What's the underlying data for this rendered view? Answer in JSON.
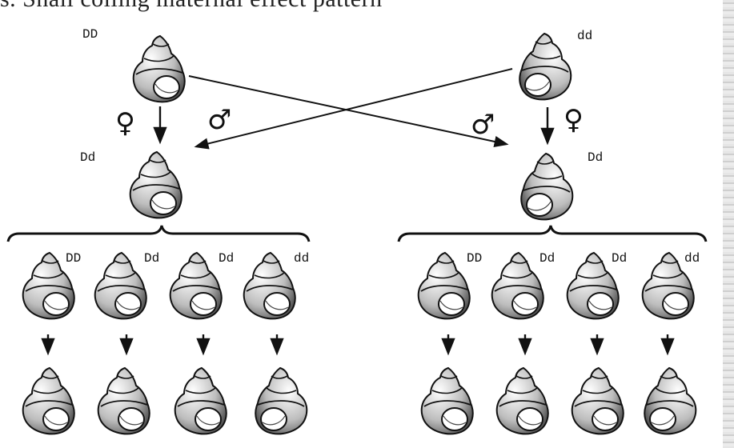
{
  "caption_fragment": "s. Snail coiling maternal effect pattern",
  "parents": {
    "left_genotype": "DD",
    "right_genotype": "dd"
  },
  "symbols": {
    "female": "♀",
    "male": "♂"
  },
  "f1": {
    "left_genotype": "Dd",
    "right_genotype": "Dd"
  },
  "f2_left_genotypes": [
    "DD",
    "Dd",
    "Dd",
    "dd"
  ],
  "f2_right_genotypes": [
    "DD",
    "Dd",
    "Dd",
    "dd"
  ],
  "colors": {
    "ink": "#111111",
    "shell_fill": "#ffffff",
    "shell_shade": "#8a8a8a"
  },
  "shell_icons": {
    "dextral": "dextral-snail-icon",
    "sinistral": "sinistral-snail-icon"
  }
}
